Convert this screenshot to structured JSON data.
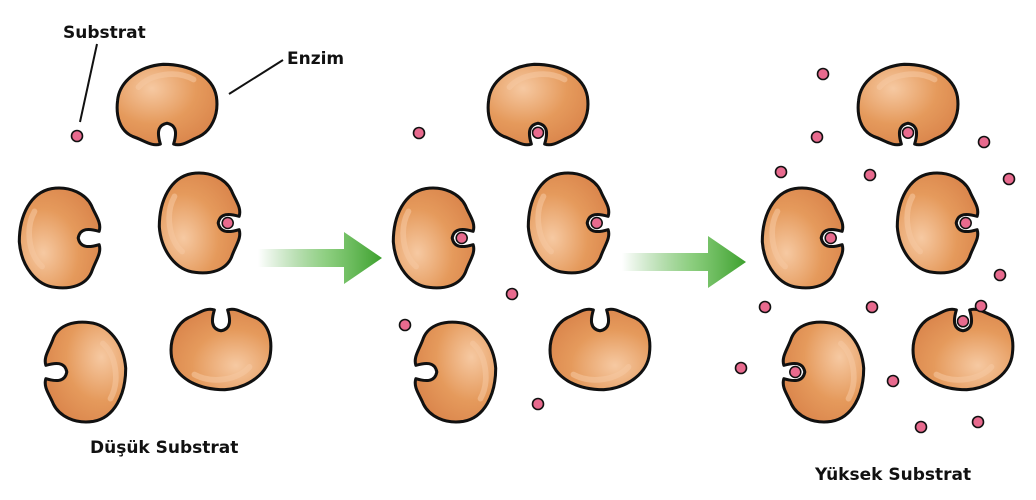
{
  "labels": {
    "substrate": "Substrat",
    "enzyme": "Enzim",
    "low_substrate": "Düşük Substrat",
    "high_substrate": "Yüksek Substrat"
  },
  "colors": {
    "enzyme_fill": "#E59A5C",
    "enzyme_highlight": "#F6C9A2",
    "enzyme_outline": "#111111",
    "substrate_fill": "#E86A8E",
    "arrow": "#3DA02E"
  },
  "panels": [
    {
      "name": "low-substrate",
      "enzymes": [
        {
          "shape": "notch-bottom",
          "bound": false
        },
        {
          "shape": "notch-right",
          "bound": false
        },
        {
          "shape": "notch-right",
          "bound": true
        },
        {
          "shape": "notch-top",
          "bound": false
        },
        {
          "shape": "notch-left",
          "bound": false
        }
      ],
      "free_substrates": 1
    },
    {
      "name": "medium-substrate",
      "enzymes": [
        {
          "shape": "notch-bottom",
          "bound": true
        },
        {
          "shape": "notch-right",
          "bound": true
        },
        {
          "shape": "notch-right",
          "bound": true
        },
        {
          "shape": "notch-top",
          "bound": false
        },
        {
          "shape": "notch-left",
          "bound": false
        }
      ],
      "free_substrates": 4
    },
    {
      "name": "high-substrate",
      "enzymes": [
        {
          "shape": "notch-bottom",
          "bound": true
        },
        {
          "shape": "notch-right",
          "bound": true
        },
        {
          "shape": "notch-right",
          "bound": true
        },
        {
          "shape": "notch-top",
          "bound": true
        },
        {
          "shape": "notch-left",
          "bound": true
        }
      ],
      "free_substrates": 14
    }
  ],
  "arrows": 2
}
